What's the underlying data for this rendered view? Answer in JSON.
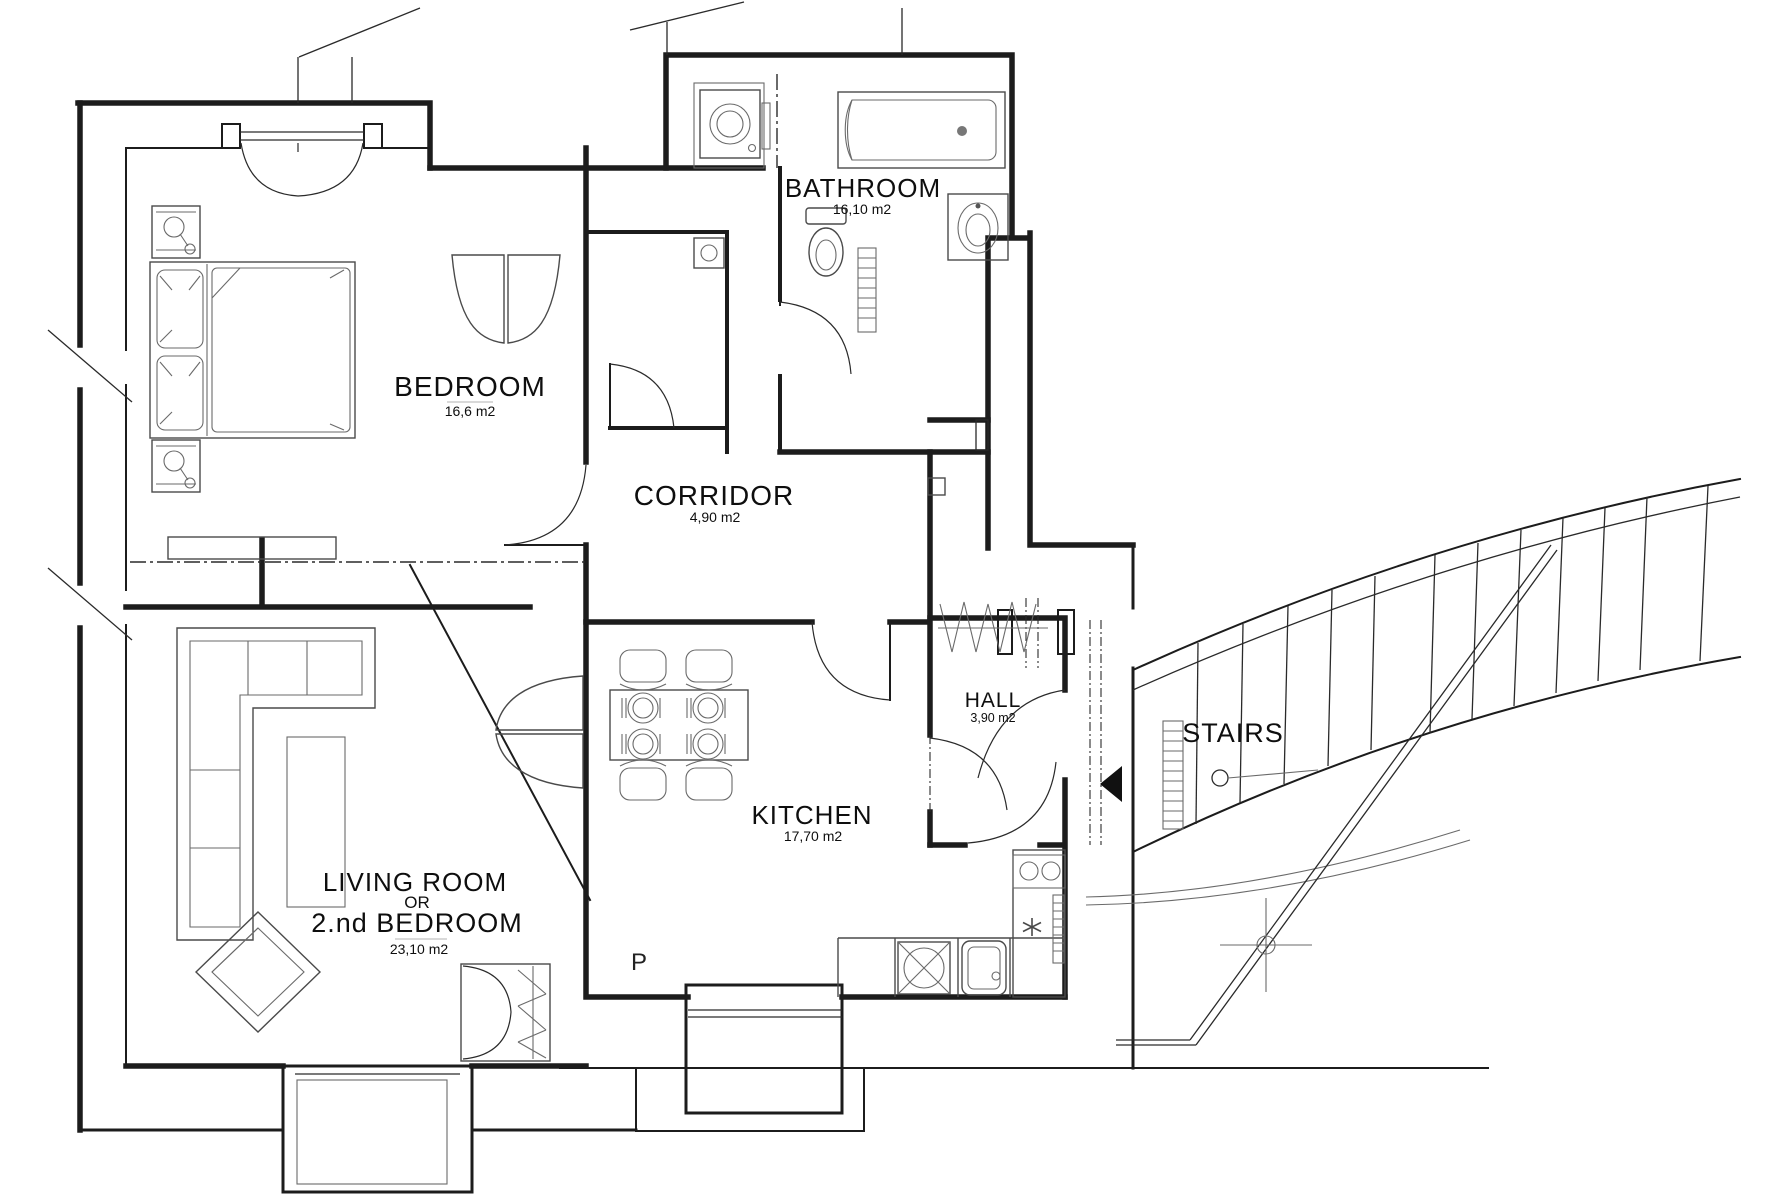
{
  "plan": {
    "rooms": [
      {
        "id": "bedroom",
        "label": "BEDROOM",
        "area": "16,6 m2"
      },
      {
        "id": "bathroom",
        "label": "BATHROOM",
        "area": "16,10 m2"
      },
      {
        "id": "corridor",
        "label": "CORRIDOR",
        "area": "4,90 m2"
      },
      {
        "id": "kitchen",
        "label": "KITCHEN",
        "area": "17,70 m2"
      },
      {
        "id": "hall",
        "label": "HALL",
        "area": "3,90 m2"
      },
      {
        "id": "living_room",
        "label": "LIVING ROOM",
        "conjunction": "OR",
        "alt_label": "2.nd BEDROOM",
        "area": "23,10 m2"
      },
      {
        "id": "stairs",
        "label": "STAIRS"
      }
    ],
    "annotations": {
      "p_marker": "P"
    },
    "colors": {
      "line": "#1c1c1c",
      "furniture": "#4a4a4a",
      "background": "#ffffff"
    }
  }
}
